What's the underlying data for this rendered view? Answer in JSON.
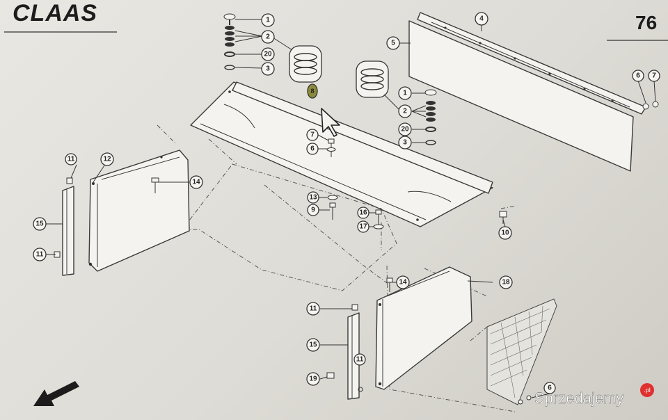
{
  "header": {
    "brand": "CLAAS",
    "page_number": "76"
  },
  "watermark": {
    "text": "Sprzedajemy",
    "suffix": ".pl"
  },
  "callouts": {
    "c1a": "1",
    "c2a": "2",
    "c20a": "20",
    "c3a": "3",
    "c4": "4",
    "c5": "5",
    "c6top": "6",
    "c7top": "7",
    "c1b": "1",
    "c2b": "2",
    "c20b": "20",
    "c3b": "3",
    "c8a": "8",
    "c7mid": "7",
    "c6mid": "6",
    "c11a": "11",
    "c12": "12",
    "c14a": "14",
    "c15a": "15",
    "c11b": "11",
    "c13": "13",
    "c9": "9",
    "c16": "16",
    "c17": "17",
    "c10": "10",
    "c14b": "14",
    "c18": "18",
    "c11c": "11",
    "c15b": "15",
    "c11d": "11",
    "c19": "19",
    "c6bot": "6"
  },
  "icons": [
    "pointer-arrow-icon",
    "direction-arrow-icon"
  ]
}
